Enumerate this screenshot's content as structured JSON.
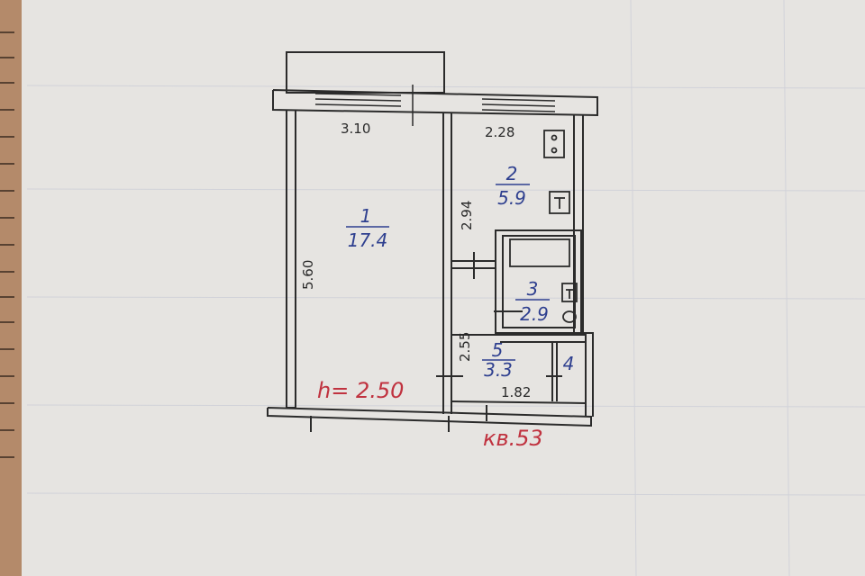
{
  "plan": {
    "colors": {
      "wall": "#2b2b2b",
      "blue_ink": "#2e3f8f",
      "red_ink": "#c0323f",
      "paper": "#e8e6e3",
      "ruler": "#b48a6a"
    },
    "dimensions": {
      "room1_width": "3.10",
      "room1_length": "5.60",
      "room2_width": "2.28",
      "room2_length": "2.94",
      "hall_length": "2.55",
      "hall_width": "1.82"
    },
    "rooms": [
      {
        "number": "1",
        "area": "17.4"
      },
      {
        "number": "2",
        "area": "5.9"
      },
      {
        "number": "3",
        "area": "2.9"
      },
      {
        "number": "5",
        "area": "3.3"
      },
      {
        "number": "4"
      }
    ],
    "ceiling_height": "h= 2.50",
    "apartment": "кв.53"
  }
}
